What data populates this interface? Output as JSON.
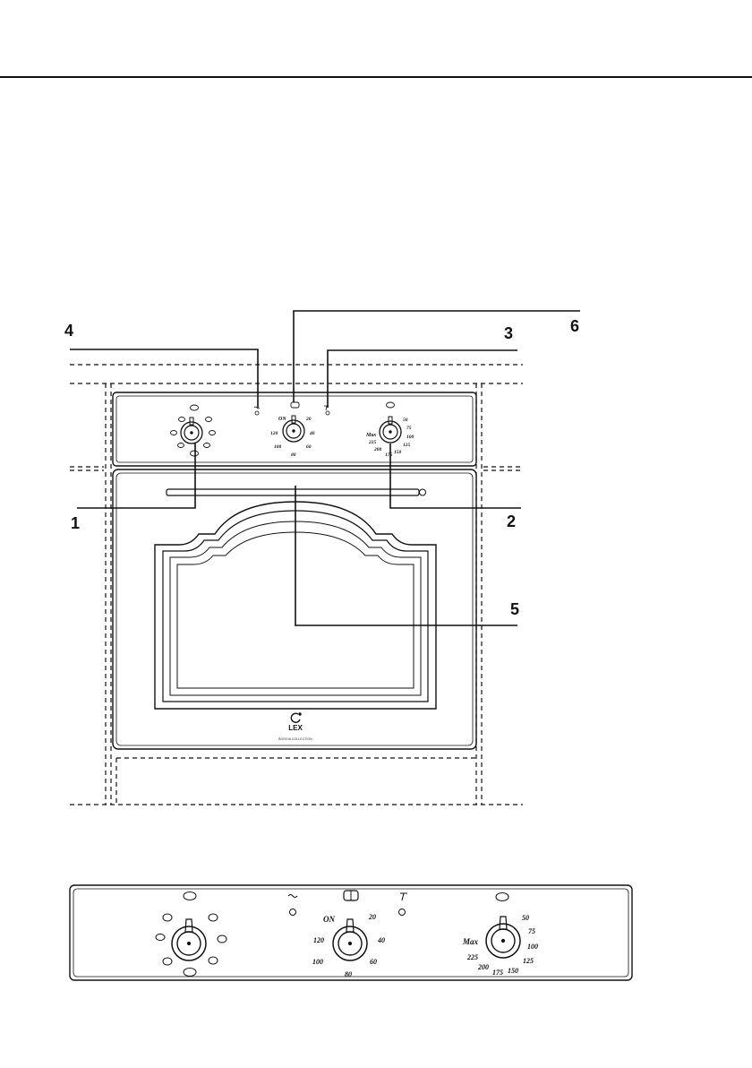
{
  "callouts": {
    "c1": "1",
    "c2": "2",
    "c3": "3",
    "c4": "4",
    "c5": "5",
    "c6": "6"
  },
  "brand": {
    "name": "LEX",
    "collection": "BORGIA COLLECTION"
  },
  "timer_dial": {
    "on_label": "ON",
    "scale": [
      "20",
      "40",
      "60",
      "80",
      "100",
      "120"
    ]
  },
  "temperature_dial": {
    "max_label": "Max",
    "scale": [
      "50",
      "75",
      "100",
      "125",
      "150",
      "175",
      "200",
      "225"
    ]
  },
  "small_timer_scale": [
    "ON",
    "20",
    "40",
    "60",
    "80",
    "100",
    "120"
  ],
  "small_temp_scale": [
    "Max",
    "50",
    "75",
    "100",
    "125",
    "150",
    "175",
    "200",
    "225"
  ],
  "icons": [
    "power-indicator-icon",
    "thermostat-indicator-icon",
    "timer-symbol-icon",
    "thermometer-symbol-icon",
    "mode-symbol-icon",
    "lex-logo-icon"
  ]
}
